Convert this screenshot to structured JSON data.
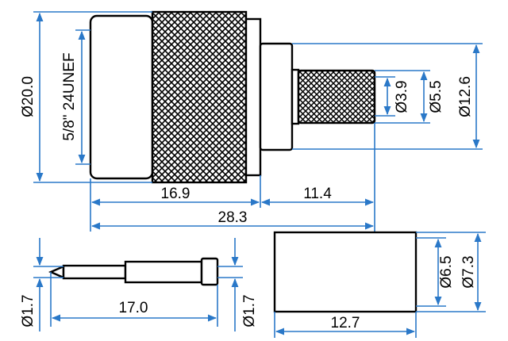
{
  "dimensions": {
    "body_diameter": "Ø20.0",
    "thread": "5/8\" 24UNEF",
    "pin_hole": "Ø3.9",
    "crimp_inner": "Ø5.5",
    "crimp_outer": "Ø12.6",
    "body_length": "16.9",
    "crimp_length": "11.4",
    "total_length": "28.3",
    "pin_tip": "Ø1.7",
    "pin_length": "17.0",
    "pin_rear": "Ø1.7",
    "ferrule_inner": "Ø6.5",
    "ferrule_outer": "Ø7.3",
    "ferrule_length": "12.7"
  },
  "colors": {
    "dimension_line": "#2a78c8",
    "outline": "#000000"
  }
}
